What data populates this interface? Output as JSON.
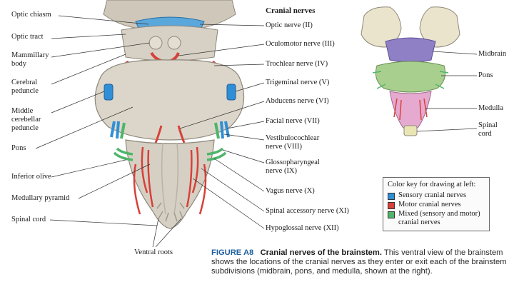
{
  "header": {
    "title": "Cranial nerves"
  },
  "left_labels": {
    "optic_chiasm": "Optic chiasm",
    "optic_tract": "Optic tract",
    "mammillary_body": "Mammillary\nbody",
    "cerebral_peduncle": "Cerebral\npeduncle",
    "middle_cerebellar_peduncle": "Middle\ncerebellar\npeduncle",
    "pons": "Pons",
    "inferior_olive": "Inferior olive",
    "medullary_pyramid": "Medullary pyramid",
    "spinal_cord": "Spinal cord",
    "ventral_roots": "Ventral roots"
  },
  "nerve_labels": {
    "optic": "Optic nerve (II)",
    "oculomotor": "Oculomotor nerve (III)",
    "trochlear": "Trochlear nerve (IV)",
    "trigeminal": "Trigeminal nerve (V)",
    "abducens": "Abducens nerve (VI)",
    "facial": "Facial nerve (VII)",
    "vestibulocochlear": "Vestibulocochlear\nnerve (VIII)",
    "glossopharyngeal": "Glossopharyngeal\nnerve (IX)",
    "vagus": "Vagus nerve (X)",
    "spinal_accessory": "Spinal accessory nerve  (XI)",
    "hypoglossal": "Hypoglossal nerve (XII)"
  },
  "subdivision_labels": {
    "midbrain": "Midbrain",
    "pons": "Pons",
    "medulla": "Medulla",
    "spinal_cord": "Spinal\ncord"
  },
  "color_key": {
    "title": "Color key for drawing at left:",
    "items": [
      {
        "label": "Sensory cranial nerves",
        "color": "#2f8fd6"
      },
      {
        "label": "Motor cranial nerves",
        "color": "#d8403a"
      },
      {
        "label": "Mixed (sensory and motor)\ncranial nerves",
        "color": "#4fb56a"
      }
    ]
  },
  "caption": {
    "figure": "FIGURE A8",
    "title": "Cranial nerves of the brainstem.",
    "text": " This ventral view of the brainstem shows the locations of the cranial nerves as they enter or exit each of the brainstem subdivisions (midbrain, pons, and medulla, shown at the right)."
  },
  "colors": {
    "tissue": "#d9d3c7",
    "tissue_dark": "#b9b2a5",
    "midbrain": "#8f7fc4",
    "pons": "#a9cf8f",
    "medulla": "#e6a9cf",
    "cerebrum": "#e8e0c6"
  }
}
